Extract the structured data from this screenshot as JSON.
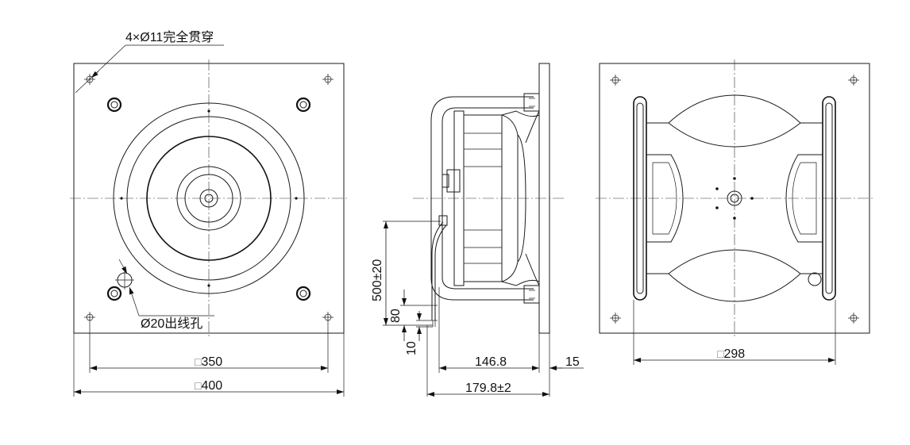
{
  "annotations": {
    "holes": "4×Ø11完全贯穿",
    "cable_hole": "Ø20出线孔"
  },
  "dimensions": {
    "front_hole_pitch": "350",
    "front_plate": "400",
    "side_depth": "146.8",
    "side_plate_thk": "15",
    "side_total": "179.8±2",
    "cable_length": "500±20",
    "cable_strip": "80",
    "cable_end": "10",
    "rear_frame": "298"
  },
  "symbols": {
    "square": "□"
  }
}
